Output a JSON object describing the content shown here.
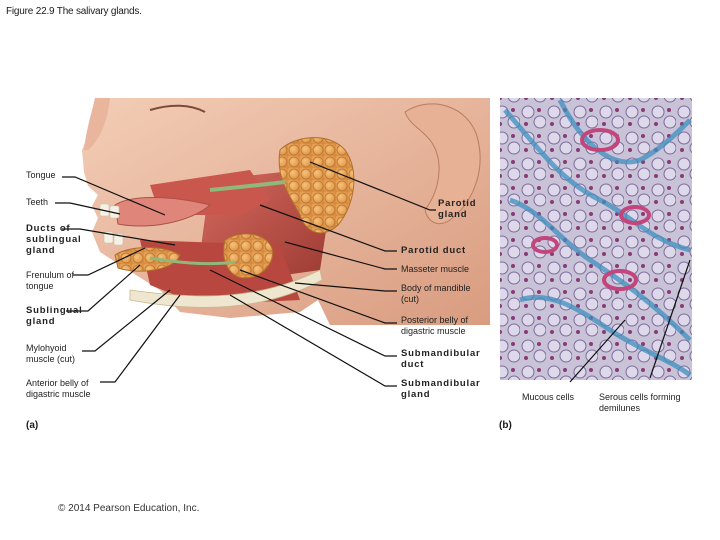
{
  "figure": {
    "title": "Figure 22.9 The salivary glands."
  },
  "panel_a": {
    "letter": "(a)",
    "labels_left": [
      {
        "id": "tongue",
        "text": "Tongue",
        "bold": false
      },
      {
        "id": "teeth",
        "text": "Teeth",
        "bold": false
      },
      {
        "id": "ducts-of-sublingual-gland",
        "text": "Ducts of sublingual gland",
        "bold": true
      },
      {
        "id": "frenulum-of-tongue",
        "text": "Frenulum of tongue",
        "bold": false
      },
      {
        "id": "sublingual-gland",
        "text": "Sublingual gland",
        "bold": true
      },
      {
        "id": "mylohyoid-muscle",
        "text": "Mylohyoid muscle (cut)",
        "bold": false
      },
      {
        "id": "anterior-belly-digastric",
        "text": "Anterior belly of digastric muscle",
        "bold": false
      }
    ],
    "labels_right": [
      {
        "id": "parotid-gland",
        "text": "Parotid gland",
        "bold": true
      },
      {
        "id": "parotid-duct",
        "text": "Parotid duct",
        "bold": true
      },
      {
        "id": "masseter-muscle",
        "text": "Masseter muscle",
        "bold": false
      },
      {
        "id": "body-of-mandible",
        "text": "Body of mandible (cut)",
        "bold": false
      },
      {
        "id": "posterior-belly-digastric",
        "text": "Posterior belly of digastric muscle",
        "bold": false
      },
      {
        "id": "submandibular-duct",
        "text": "Submandibular duct",
        "bold": true
      },
      {
        "id": "submandibular-gland",
        "text": "Submandibular gland",
        "bold": true
      }
    ]
  },
  "panel_b": {
    "letter": "(b)",
    "labels": [
      {
        "id": "mucous-cells",
        "text": "Mucous cells"
      },
      {
        "id": "serous-cells",
        "text": "Serous cells forming demilunes"
      }
    ]
  },
  "copyright": "© 2014 Pearson Education, Inc."
}
